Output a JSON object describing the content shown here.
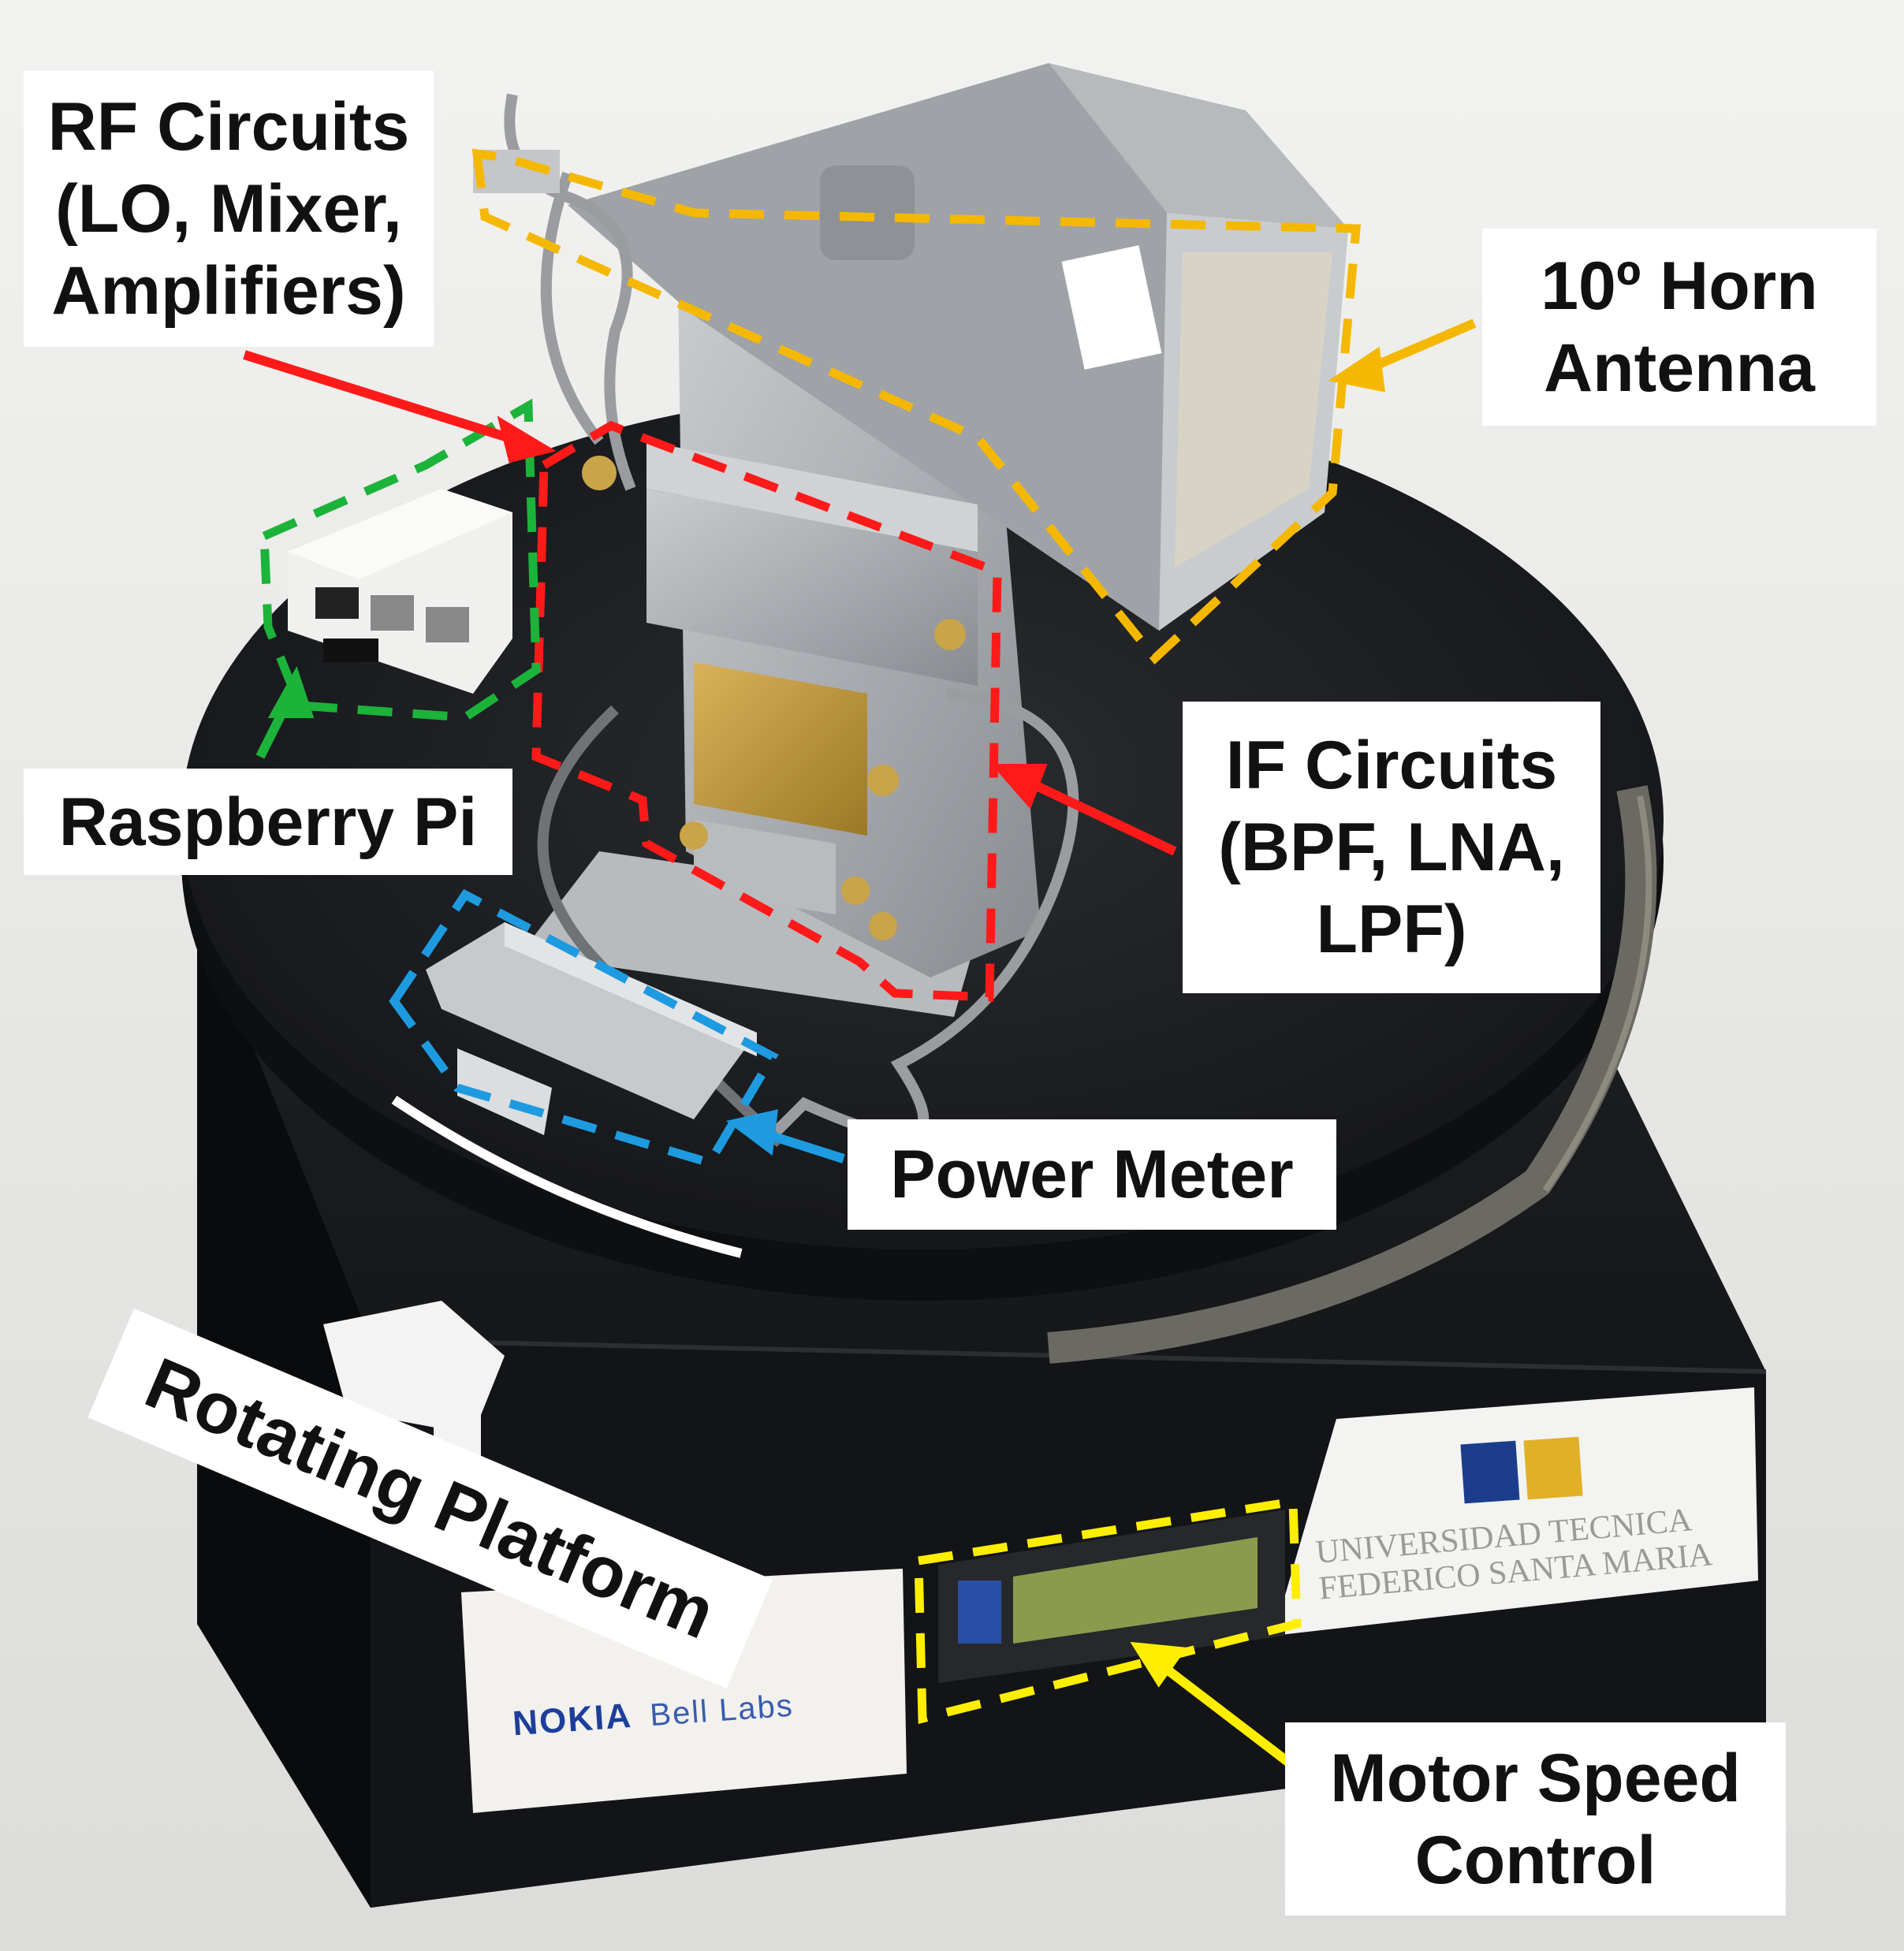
{
  "labels": {
    "rf": {
      "line1": "RF Circuits",
      "line2": "(LO, Mixer,",
      "line3": "Amplifiers)",
      "color": "#ff1a1a"
    },
    "horn": {
      "line1": "10º Horn",
      "line2": "Antenna",
      "color": "#f5b800"
    },
    "raspberry": {
      "line1": "Raspberry Pi",
      "color": "#1bb33a"
    },
    "if": {
      "line1": "IF Circuits",
      "line2": "(BPF, LNA,",
      "line3": "LPF)",
      "color": "#ff1a1a"
    },
    "power": {
      "line1": "Power Meter",
      "color": "#1e9be0"
    },
    "rotating": {
      "line1": "Rotating Platform",
      "color": "#ffffff"
    },
    "motor": {
      "line1": "Motor Speed",
      "line2": "Control",
      "color": "#ffee00"
    }
  },
  "stickers": {
    "nokia_brand": "NOKIA",
    "nokia_sub": "Bell Labs",
    "university_line1": "UNIVERSIDAD TECNICA",
    "university_line2": "FEDERICO SANTA MARIA"
  }
}
